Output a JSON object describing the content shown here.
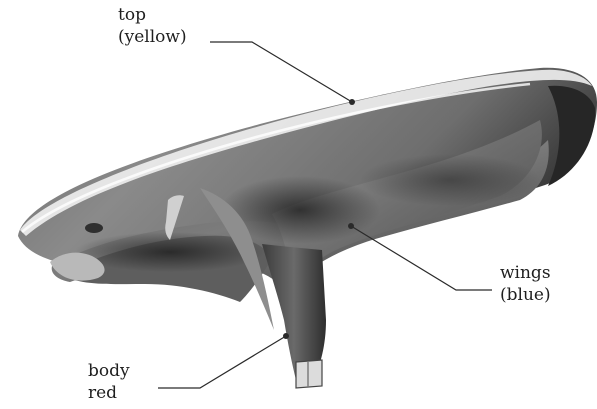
{
  "labels": {
    "top": {
      "line1": "top",
      "line2": "(yellow)"
    },
    "wings": {
      "line1": "wings",
      "line2": "(blue)"
    },
    "body": {
      "line1": "body",
      "line2": "red"
    }
  }
}
